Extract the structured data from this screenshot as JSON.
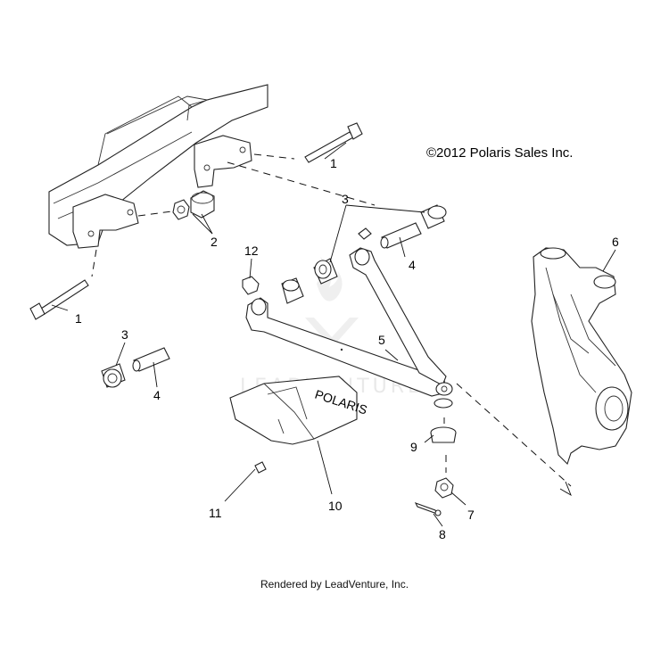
{
  "copyright": "©2012 Polaris Sales Inc.",
  "rendered_by": "Rendered by LeadVenture, Inc.",
  "watermark": "LEADVENTURE",
  "guard_brand_text": "POLARIS",
  "callouts": {
    "c1_top": "1",
    "c1_left": "1",
    "c2": "2",
    "c3_top": "3",
    "c3_left": "3",
    "c4_top": "4",
    "c4_left": "4",
    "c5": "5",
    "c6": "6",
    "c7": "7",
    "c8": "8",
    "c9": "9",
    "c10": "10",
    "c11": "11",
    "c12": "12"
  }
}
